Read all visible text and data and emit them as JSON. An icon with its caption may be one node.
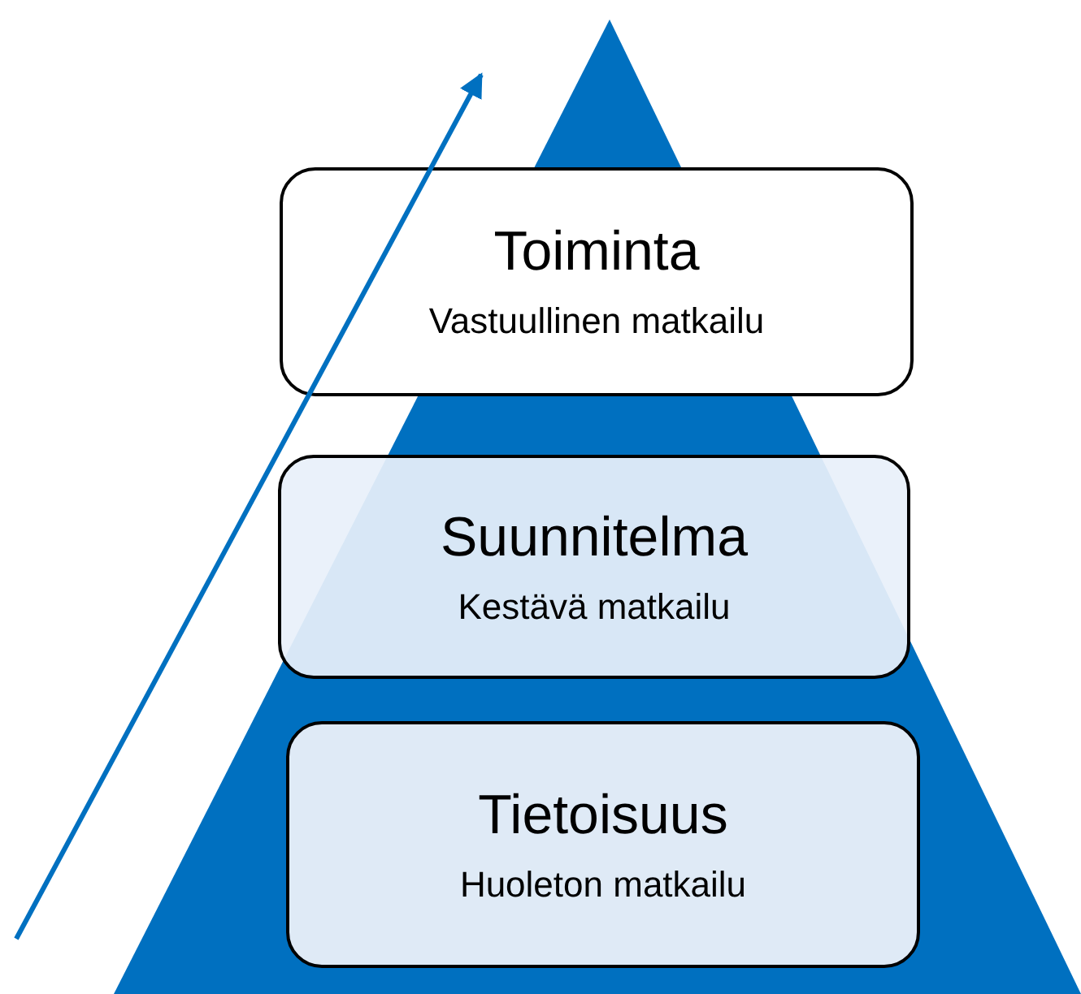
{
  "diagram": {
    "nodes": [
      {
        "text": [
          "Toiminta",
          "Vastuullinen matkailu"
        ]
      },
      {
        "text": [
          "Suunnitelma",
          "Kestävä matkailu"
        ]
      },
      {
        "text": [
          "Tietoisuus",
          "Huoleton matkailu"
        ]
      }
    ]
  }
}
